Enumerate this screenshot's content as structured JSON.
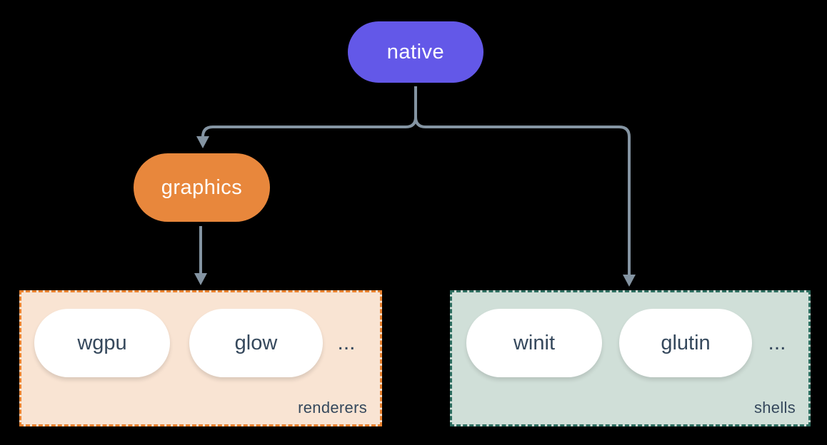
{
  "diagram": {
    "background_color": "#000000",
    "connector_color": "#8494a2",
    "item_text_color": "#35485c",
    "nodes": {
      "native": {
        "label": "native",
        "fill": "#6358e8",
        "text_color": "#ffffff"
      },
      "graphics": {
        "label": "graphics",
        "fill": "#e8873c",
        "text_color": "#ffffff"
      }
    },
    "edges": [
      {
        "from": "native",
        "to": "graphics"
      },
      {
        "from": "native",
        "to": "shells"
      },
      {
        "from": "graphics",
        "to": "renderers"
      }
    ],
    "groups": {
      "renderers": {
        "label": "renderers",
        "fill": "#f9e4d3",
        "border_color": "#e8812e",
        "items": [
          "wgpu",
          "glow"
        ],
        "ellipsis": "..."
      },
      "shells": {
        "label": "shells",
        "fill": "#d0dfd8",
        "border_color": "#2d6e60",
        "items": [
          "winit",
          "glutin"
        ],
        "ellipsis": "..."
      }
    }
  }
}
